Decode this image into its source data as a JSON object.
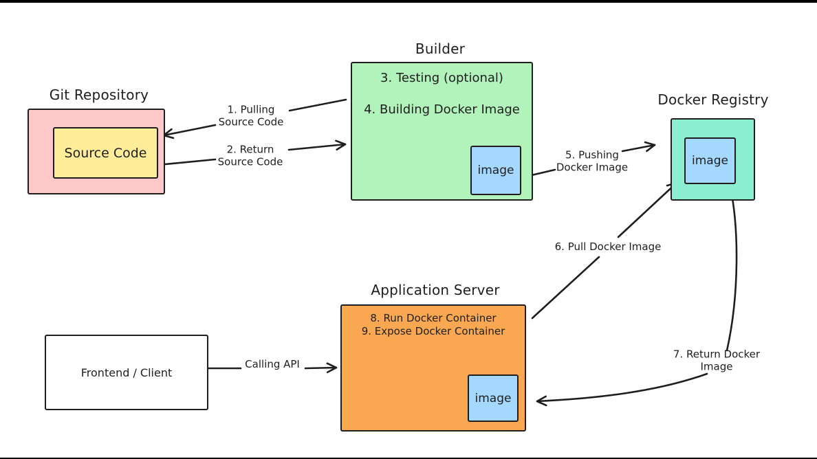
{
  "colors": {
    "ink": "#1e1e1e",
    "git_repo_fill": "#ffc9c9",
    "source_code_fill": "#ffec99",
    "builder_fill": "#b2f2bb",
    "image_fill": "#a5d8ff",
    "registry_fill": "#8beed0",
    "app_server_fill": "#f9a750",
    "frontend_fill": "#ffffff"
  },
  "nodes": {
    "git_repo": {
      "title": "Git Repository",
      "source_code_label": "Source Code"
    },
    "builder": {
      "title": "Builder",
      "step_testing": "3. Testing (optional)",
      "step_building": "4. Building Docker Image",
      "image_label": "image"
    },
    "registry": {
      "title": "Docker Registry",
      "image_label": "image"
    },
    "app_server": {
      "title": "Application Server",
      "step_run": "8. Run Docker Container",
      "step_expose": "9. Expose Docker Container",
      "image_label": "image"
    },
    "frontend": {
      "title": "Frontend / Client"
    }
  },
  "arrows": {
    "pull_source": "1. Pulling\nSource Code",
    "return_source": "2. Return\nSource Code",
    "push_image": "5. Pushing\nDocker Image",
    "pull_image": "6. Pull Docker Image",
    "return_image": "7. Return Docker Image",
    "calling_api": "Calling API"
  }
}
